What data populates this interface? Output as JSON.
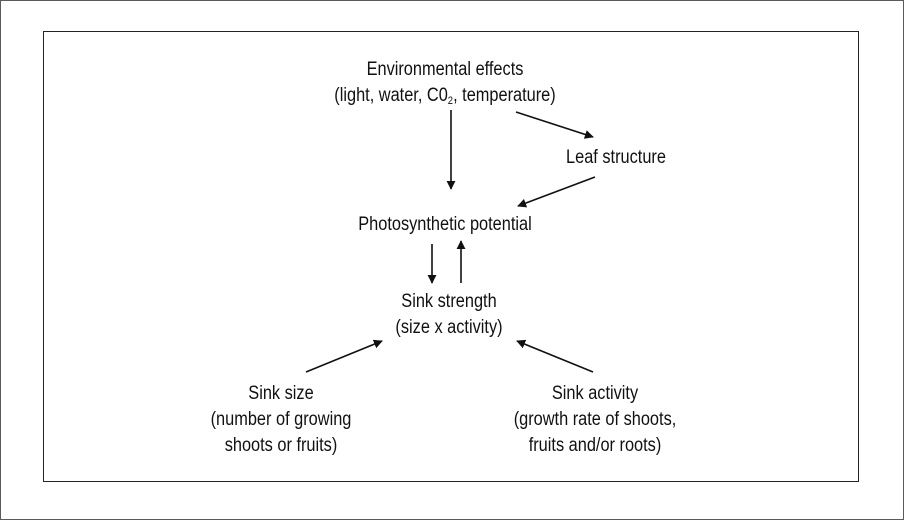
{
  "nodes": {
    "environmental": {
      "title": "Environmental effects",
      "detail_before_sub": "(light, water, C0",
      "detail_sub": "2",
      "detail_after_sub": ", temperature)"
    },
    "leaf_structure": {
      "title": "Leaf structure"
    },
    "photosynthetic": {
      "title": "Photosynthetic potential"
    },
    "sink_strength": {
      "title": "Sink strength",
      "detail": "(size x activity)"
    },
    "sink_size": {
      "title": "Sink size",
      "detail_line1": "(number of growing",
      "detail_line2": "shoots or fruits)"
    },
    "sink_activity": {
      "title": "Sink activity",
      "detail_line1": "(growth rate of shoots,",
      "detail_line2": "fruits and/or roots)"
    }
  },
  "colors": {
    "line": "#111111",
    "border": "#222222"
  }
}
